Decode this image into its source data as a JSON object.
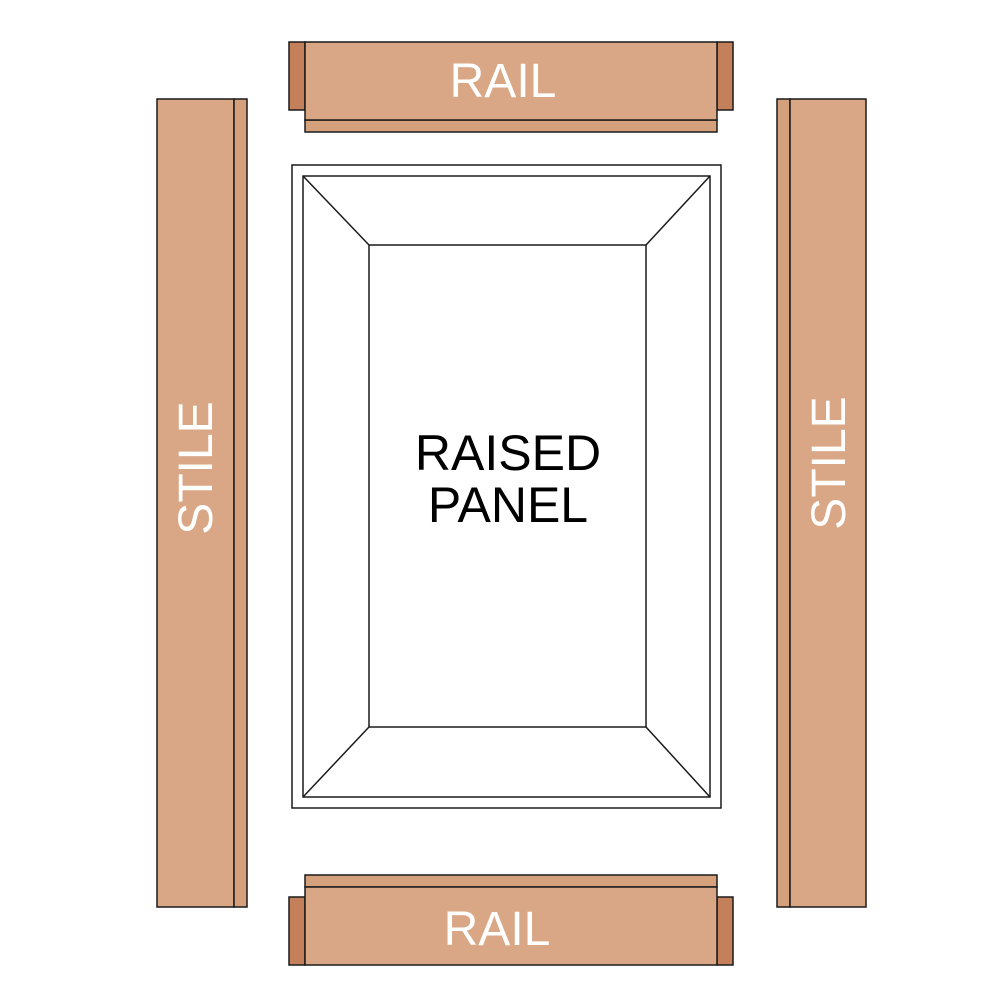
{
  "labels": {
    "rail_top": "RAIL",
    "rail_bottom": "RAIL",
    "stile_left": "STILE",
    "stile_right": "STILE",
    "panel_line1": "RAISED",
    "panel_line2": "PANEL"
  },
  "colors": {
    "wood_face": "#d9a785",
    "wood_end": "#c4805a",
    "wood_edge": "#d5a07c",
    "outline": "#1a1a1a",
    "panel_fill": "#ffffff",
    "background": "#ffffff"
  }
}
